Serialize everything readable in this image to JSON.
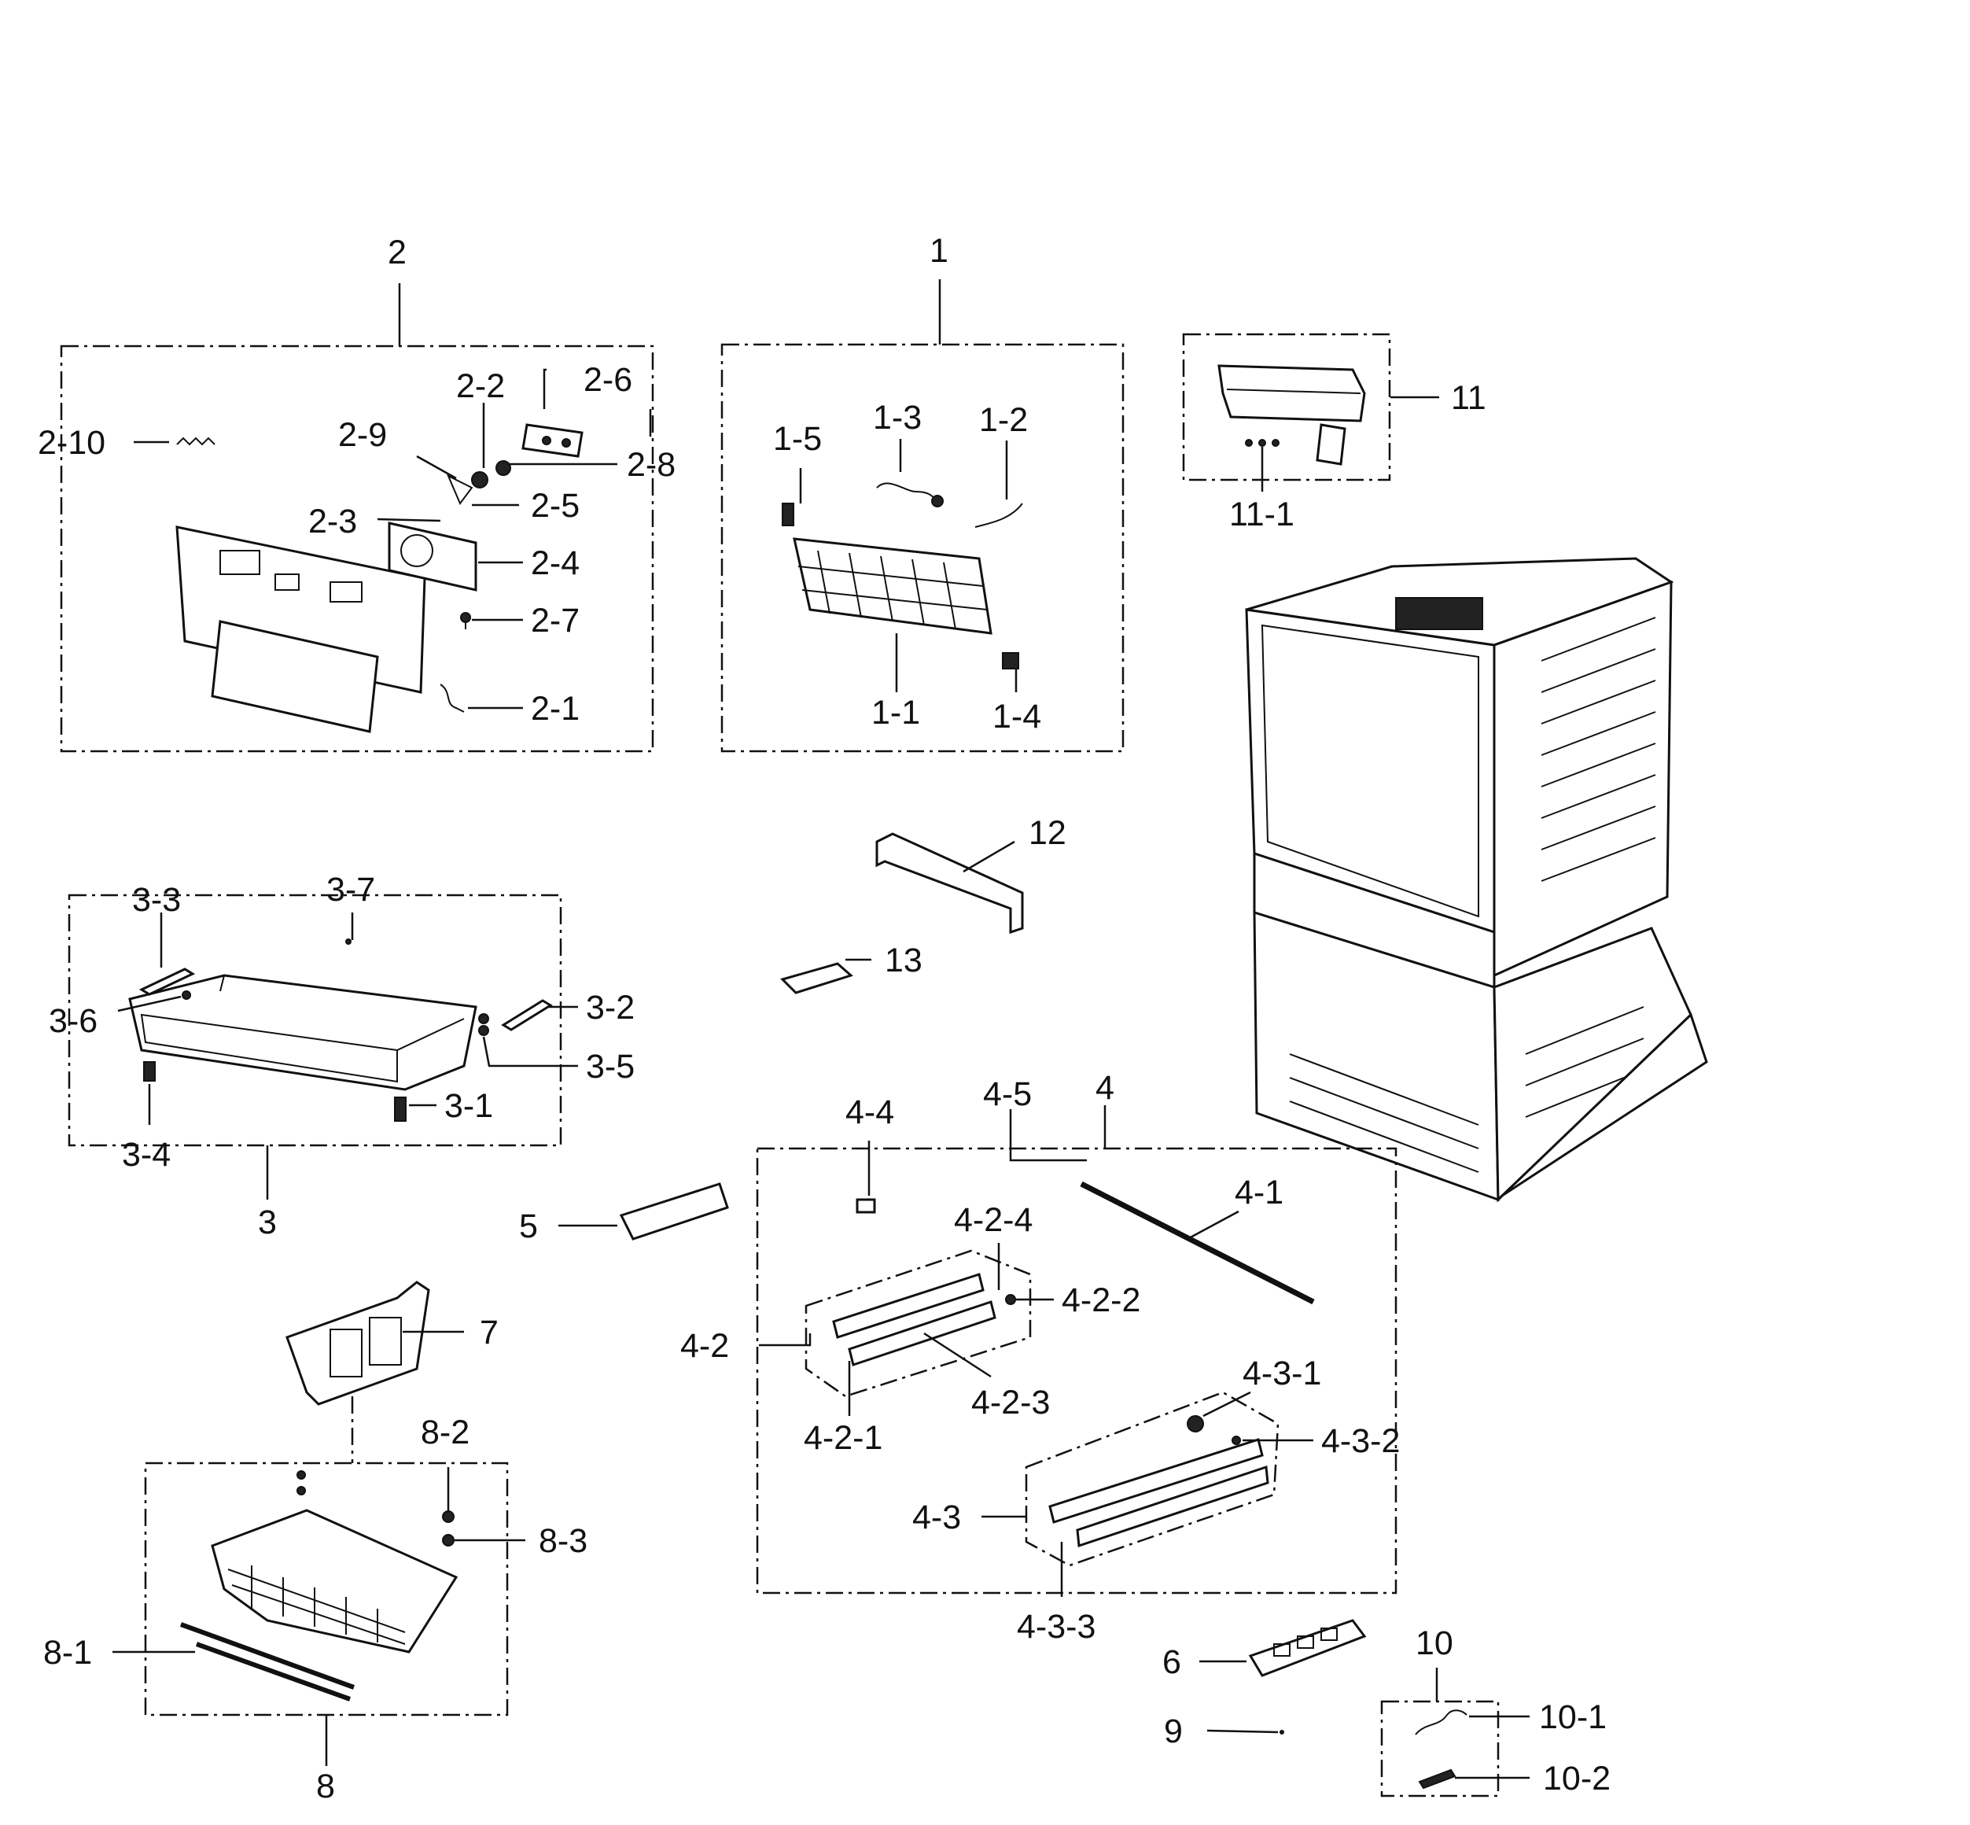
{
  "labels": {
    "g1": "1",
    "g1_1": "1-1",
    "g1_2": "1-2",
    "g1_3": "1-3",
    "g1_4": "1-4",
    "g1_5": "1-5",
    "g2": "2",
    "g2_1": "2-1",
    "g2_2": "2-2",
    "g2_3": "2-3",
    "g2_4": "2-4",
    "g2_5": "2-5",
    "g2_6": "2-6",
    "g2_7": "2-7",
    "g2_8": "2-8",
    "g2_9": "2-9",
    "g2_10": "2-10",
    "g3": "3",
    "g3_1": "3-1",
    "g3_2": "3-2",
    "g3_3": "3-3",
    "g3_4": "3-4",
    "g3_5": "3-5",
    "g3_6": "3-6",
    "g3_7": "3-7",
    "g4": "4",
    "g4_1": "4-1",
    "g4_2": "4-2",
    "g4_2_1": "4-2-1",
    "g4_2_2": "4-2-2",
    "g4_2_3": "4-2-3",
    "g4_2_4": "4-2-4",
    "g4_3": "4-3",
    "g4_3_1": "4-3-1",
    "g4_3_2": "4-3-2",
    "g4_3_3": "4-3-3",
    "g4_4": "4-4",
    "g4_5": "4-5",
    "g5": "5",
    "g6": "6",
    "g7": "7",
    "g8": "8",
    "g8_1": "8-1",
    "g8_2": "8-2",
    "g8_3": "8-3",
    "g9": "9",
    "g10": "10",
    "g10_1": "10-1",
    "g10_2": "10-2",
    "g11": "11",
    "g11_1": "11-1",
    "g12": "12",
    "g13": "13"
  }
}
